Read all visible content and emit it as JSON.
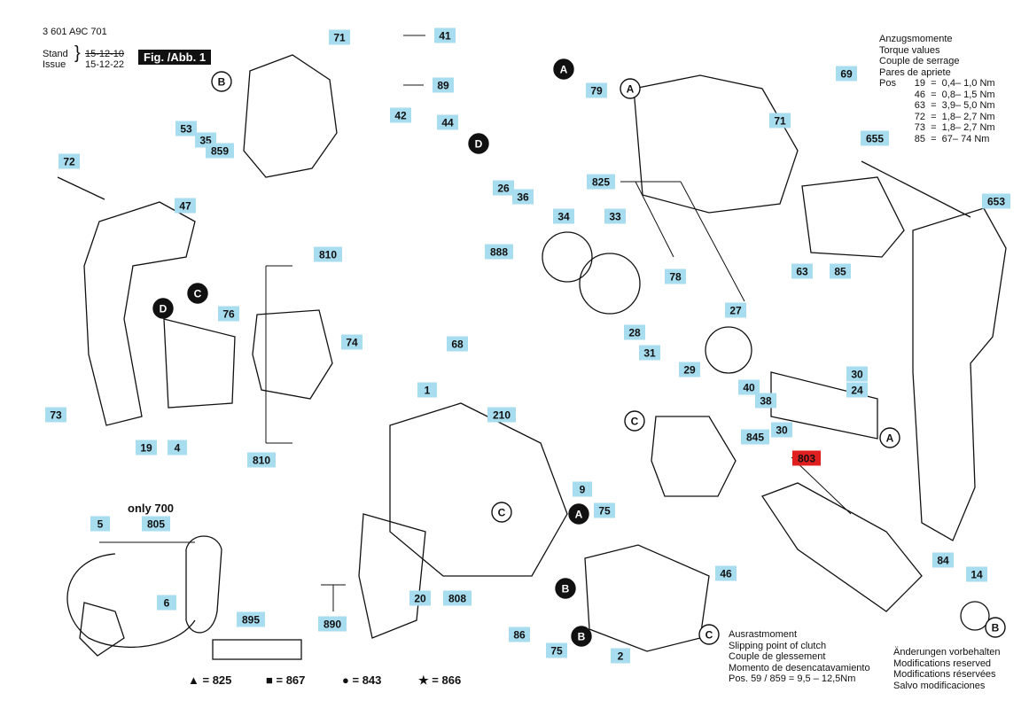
{
  "header": {
    "doc_number": "3 601 A9C 701",
    "stand_label": "Stand",
    "issue_label": "Issue",
    "old_date": "15-12-10",
    "new_date": "15-12-22",
    "figure_label": "Fig. /Abb. 1"
  },
  "torque": {
    "titles": [
      "Anzugsmomente",
      "Torque values",
      "Couple de serrage",
      "Pares de apriete"
    ],
    "pos_label": "Pos",
    "rows": [
      {
        "pos": "19",
        "value": "0,4– 1,0 Nm"
      },
      {
        "pos": "46",
        "value": "0,8– 1,5 Nm"
      },
      {
        "pos": "63",
        "value": "3,9– 5,0 Nm"
      },
      {
        "pos": "72",
        "value": "1,8– 2,7 Nm"
      },
      {
        "pos": "73",
        "value": "1,8– 2,7 Nm"
      },
      {
        "pos": "85",
        "value": "67– 74 Nm"
      }
    ]
  },
  "clutch_note": {
    "lines": [
      "Ausrastmoment",
      "Slipping point of clutch",
      "Couple de glessement",
      "Momento de desencatavamiento"
    ],
    "pos_line": "Pos.  59 / 859  =  9,5 – 12,5Nm"
  },
  "changes_note": {
    "lines": [
      "Änderungen vorbehalten",
      "Modifications reserved",
      "Modifications réservées",
      "Salvo modificaciones"
    ]
  },
  "only700": "only 700",
  "legend": [
    {
      "symbol": "▲",
      "label": "825"
    },
    {
      "symbol": "■",
      "label": "867"
    },
    {
      "symbol": "●",
      "label": "843"
    },
    {
      "symbol": "★",
      "label": "866"
    }
  ],
  "part_labels": [
    {
      "text": "71"
    },
    {
      "text": "41"
    },
    {
      "text": "89"
    },
    {
      "text": "42"
    },
    {
      "text": "44"
    },
    {
      "text": "53"
    },
    {
      "text": "35"
    },
    {
      "text": "859"
    },
    {
      "text": "72"
    },
    {
      "text": "47"
    },
    {
      "text": "79"
    },
    {
      "text": "26"
    },
    {
      "text": "36"
    },
    {
      "text": "34"
    },
    {
      "text": "33"
    },
    {
      "text": "888"
    },
    {
      "text": "68"
    },
    {
      "text": "76"
    },
    {
      "text": "810"
    },
    {
      "text": "810"
    },
    {
      "text": "74"
    },
    {
      "text": "73"
    },
    {
      "text": "19"
    },
    {
      "text": "4"
    },
    {
      "text": "1"
    },
    {
      "text": "210"
    },
    {
      "text": "9"
    },
    {
      "text": "28"
    },
    {
      "text": "31"
    },
    {
      "text": "29"
    },
    {
      "text": "78"
    },
    {
      "text": "27"
    },
    {
      "text": "825"
    },
    {
      "text": "69"
    },
    {
      "text": "71"
    },
    {
      "text": "655"
    },
    {
      "text": "653"
    },
    {
      "text": "63"
    },
    {
      "text": "85"
    },
    {
      "text": "30"
    },
    {
      "text": "24"
    },
    {
      "text": "40"
    },
    {
      "text": "38"
    },
    {
      "text": "30"
    },
    {
      "text": "845"
    },
    {
      "text": "803"
    },
    {
      "text": "75"
    },
    {
      "text": "75"
    },
    {
      "text": "46"
    },
    {
      "text": "84"
    },
    {
      "text": "14"
    },
    {
      "text": "5"
    },
    {
      "text": "805"
    },
    {
      "text": "6"
    },
    {
      "text": "890"
    },
    {
      "text": "895"
    },
    {
      "text": "20"
    },
    {
      "text": "808"
    },
    {
      "text": "86"
    },
    {
      "text": "2"
    }
  ],
  "ref_markers": [
    {
      "letter": "A"
    },
    {
      "letter": "B"
    },
    {
      "letter": "C"
    },
    {
      "letter": "D"
    },
    {
      "letter": "A"
    },
    {
      "letter": "A"
    },
    {
      "letter": "A"
    },
    {
      "letter": "B"
    },
    {
      "letter": "B"
    },
    {
      "letter": "B"
    },
    {
      "letter": "C"
    },
    {
      "letter": "C"
    },
    {
      "letter": "C"
    },
    {
      "letter": "D"
    }
  ],
  "colors": {
    "label_fill": "#a8dcef",
    "highlight_fill": "#e02020",
    "ink": "#111111"
  }
}
